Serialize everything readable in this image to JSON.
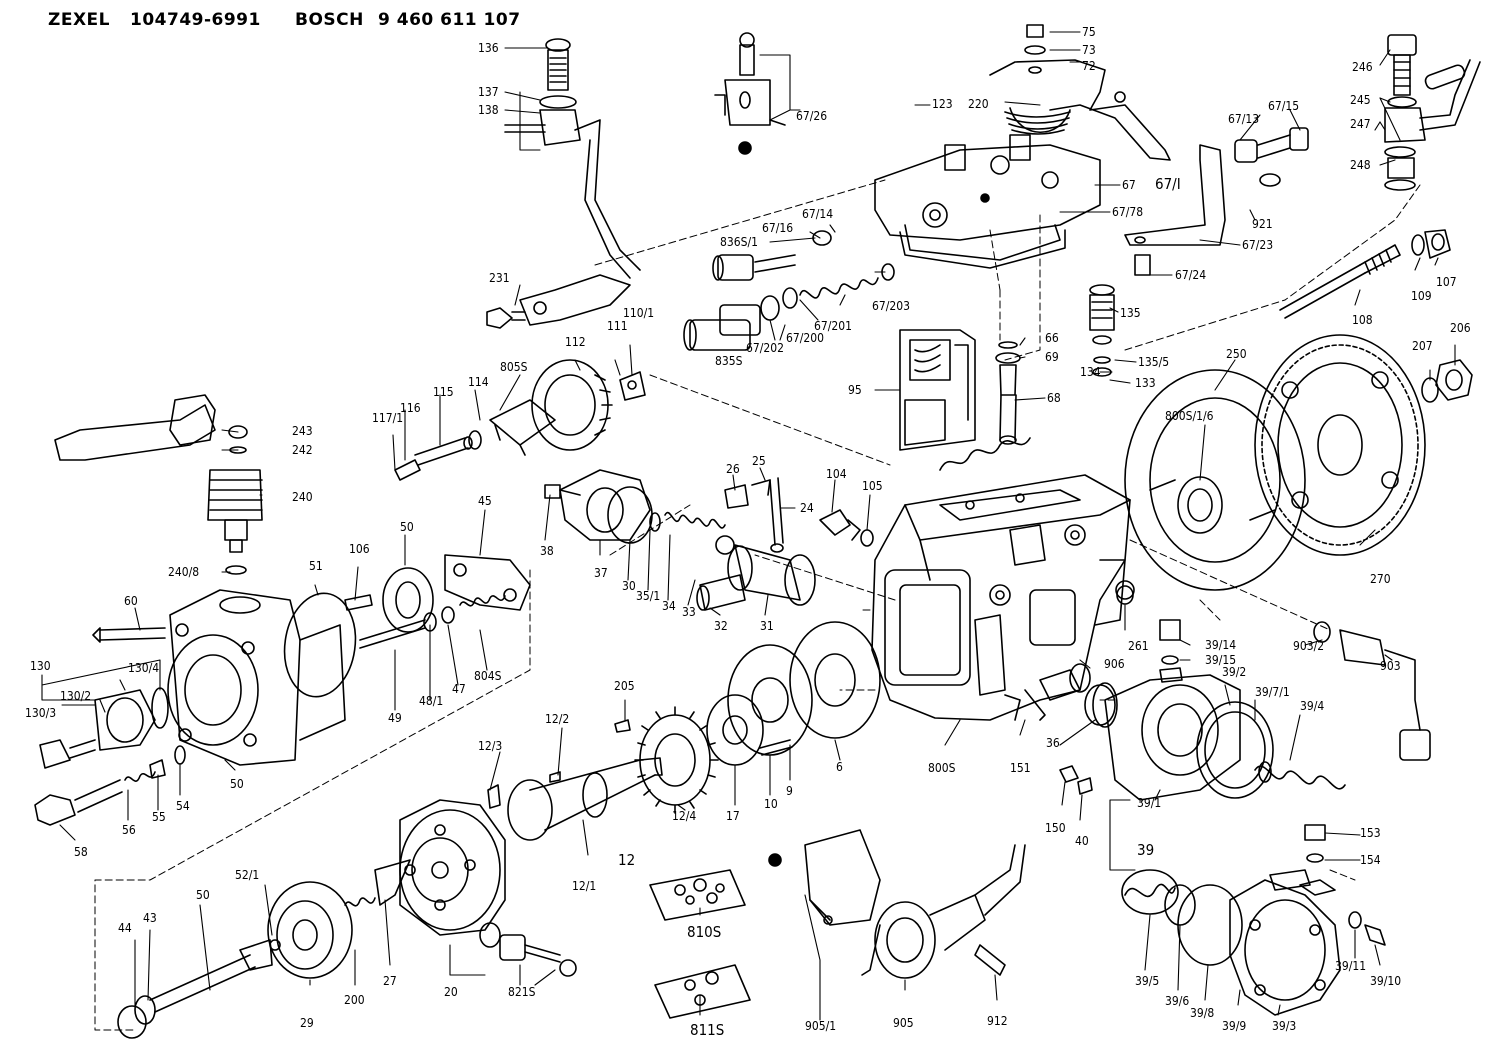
{
  "header": {
    "brand1": "ZEXEL",
    "part1": "104749-6991",
    "brand2": "BOSCH",
    "part2": "9 460 611 107"
  },
  "callouts": {
    "c136": "136",
    "c137": "137",
    "c138": "138",
    "c231": "231",
    "c67_26": "67/26",
    "c75": "75",
    "c73": "73",
    "c72": "72",
    "c220": "220",
    "c123": "123",
    "c67": "67",
    "c67_1": "67/I",
    "c67_78": "67/78",
    "c921": "921",
    "c67_23": "67/23",
    "c67_24": "67/24",
    "c67_13": "67/13",
    "c67_15": "67/15",
    "c246": "246",
    "c245": "245",
    "c247": "247",
    "c248": "248",
    "c836s_1": "836S/1",
    "c67_16": "67/16",
    "c67_14": "67/14",
    "c67_203": "67/203",
    "c835s": "835S",
    "c67_202": "67/202",
    "c67_200": "67/200",
    "c67_201": "67/201",
    "c135": "135",
    "c66": "66",
    "c69": "69",
    "c135_5": "135/5",
    "c134": "134",
    "c133": "133",
    "c95": "95",
    "c68": "68",
    "c108": "108",
    "c109": "109",
    "c107": "107",
    "c250": "250",
    "c207": "207",
    "c206": "206",
    "c800s_1_6": "800S/1/6",
    "c270": "270",
    "c112": "112",
    "c111": "111",
    "c110_1": "110/1",
    "c805s": "805S",
    "c115": "115",
    "c114": "114",
    "c116": "116",
    "c117_1": "117/1",
    "c243": "243",
    "c242": "242",
    "c240": "240",
    "c240_8": "240/8",
    "c45": "45",
    "c50a": "50",
    "c51": "51",
    "c106": "106",
    "c60": "60",
    "c130": "130",
    "c130_4": "130/4",
    "c130_2": "130/2",
    "c130_3": "130/3",
    "c49": "49",
    "c48_1": "48/1",
    "c47": "47",
    "c804s": "804S",
    "c50b": "50",
    "c58": "58",
    "c56": "56",
    "c55": "55",
    "c54": "54",
    "c38": "38",
    "c37": "37",
    "c30": "30",
    "c35_1": "35/1",
    "c34": "34",
    "c33": "33",
    "c32": "32",
    "c31": "31",
    "c26": "26",
    "c25": "25",
    "c24": "24",
    "c104": "104",
    "c105": "105",
    "c205": "205",
    "c12_2": "12/2",
    "c12_3": "12/3",
    "c12_4": "12/4",
    "c17": "17",
    "c10": "10",
    "c9": "9",
    "c6": "6",
    "c800s": "800S",
    "c151": "151",
    "c906": "906",
    "c261": "261",
    "c39_14": "39/14",
    "c39_15": "39/15",
    "c903_2": "903/2",
    "c903": "903",
    "c36": "36",
    "c39_2": "39/2",
    "c39_7_1": "39/7/1",
    "c39_4": "39/4",
    "c150": "150",
    "c40": "40",
    "c39_1": "39/1",
    "c39": "39",
    "c153": "153",
    "c154": "154",
    "c12_1": "12/1",
    "c12": "12",
    "c810s": "810S",
    "c811s": "811S",
    "c52_1": "52/1",
    "c50c": "50",
    "c44": "44",
    "c43": "43",
    "c29": "29",
    "c200": "200",
    "c27": "27",
    "c20": "20",
    "c821s": "821S",
    "c905_1": "905/1",
    "c905": "905",
    "c912": "912",
    "c39_5": "39/5",
    "c39_6": "39/6",
    "c39_8": "39/8",
    "c39_9": "39/9",
    "c39_3": "39/3",
    "c39_11": "39/11",
    "c39_10": "39/10"
  }
}
